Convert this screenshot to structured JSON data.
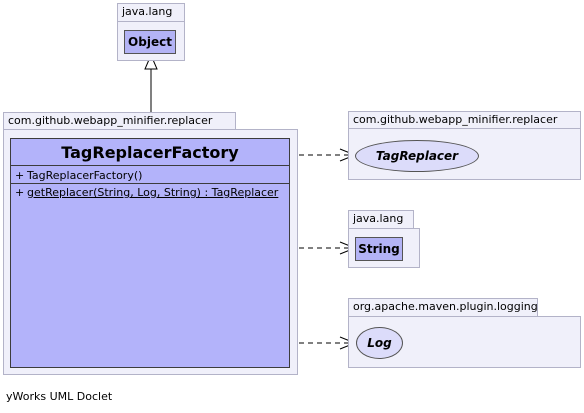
{
  "packages": {
    "java_lang_top": "java.lang",
    "replacer_main": "com.github.webapp_minifier.replacer",
    "replacer_right": "com.github.webapp_minifier.replacer",
    "java_lang_right": "java.lang",
    "maven_logging": "org.apache.maven.plugin.logging"
  },
  "classes": {
    "object": "Object",
    "main": "TagReplacerFactory",
    "tag_replacer": "TagReplacer",
    "string": "String",
    "log": "Log"
  },
  "members": {
    "constructor_vis": "+",
    "constructor": "TagReplacerFactory()",
    "method_vis": "+",
    "method": "getReplacer(String, Log, String) : TagReplacer"
  },
  "footer": "yWorks UML Doclet",
  "colors": {
    "package_fill": "#f0f0fa",
    "class_fill": "#b3b3fa",
    "interface_fill": "#dcdcfa"
  }
}
